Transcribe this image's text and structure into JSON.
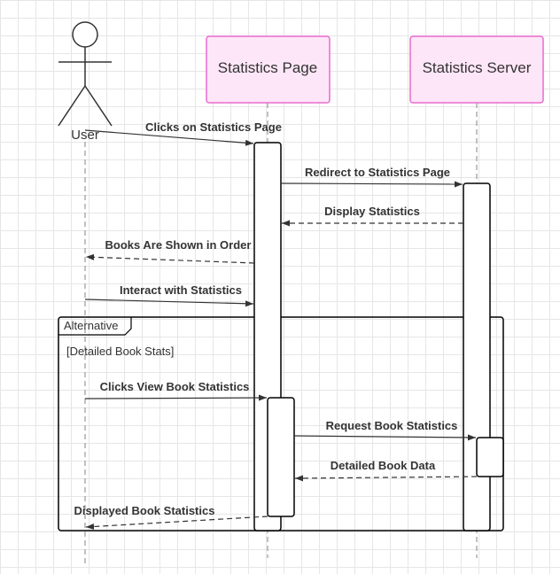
{
  "actor": {
    "label": "User"
  },
  "participants": {
    "page": {
      "label": "Statistics Page"
    },
    "server": {
      "label": "Statistics Server"
    }
  },
  "fragment": {
    "operator": "Alternative",
    "guard": "[Detailed Book Stats]"
  },
  "messages": [
    {
      "label": "Clicks on Statistics Page",
      "kind": "sync"
    },
    {
      "label": "Redirect to Statistics Page",
      "kind": "sync"
    },
    {
      "label": "Display Statistics",
      "kind": "return"
    },
    {
      "label": "Books Are Shown in Order",
      "kind": "return"
    },
    {
      "label": "Interact with Statistics",
      "kind": "sync"
    },
    {
      "label": "Clicks View Book Statistics",
      "kind": "sync"
    },
    {
      "label": "Request Book Statistics",
      "kind": "sync"
    },
    {
      "label": "Detailed Book Data",
      "kind": "return"
    },
    {
      "label": "Displayed Book Statistics",
      "kind": "return"
    }
  ],
  "colors": {
    "participant_fill": "#fde6f7",
    "participant_stroke": "#e86ccf",
    "line": "#333333",
    "lifeline": "#999999"
  }
}
